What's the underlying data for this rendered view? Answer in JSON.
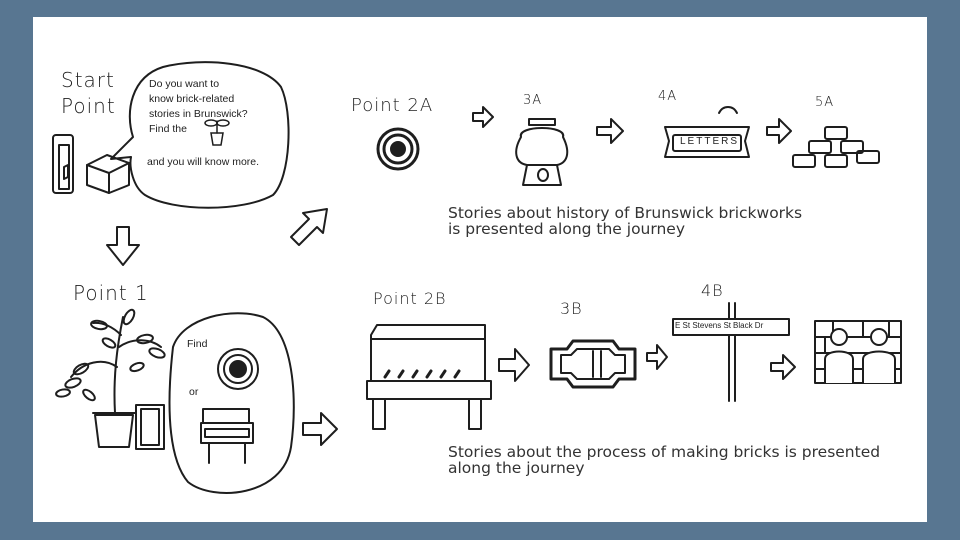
{
  "labels": {
    "start_point": "Start Point",
    "point_1": "Point 1",
    "point_2a": "Point 2A",
    "label_3a": "3A",
    "label_4a": "4A",
    "label_5a": "5A",
    "point_2b": "Point 2B",
    "label_3b": "3B",
    "label_4b": "4B"
  },
  "bubble": {
    "line1": "Do you want to",
    "line2": "know brick-related",
    "line3": "stories in Brunswick?",
    "line4": "Find the",
    "line5": "and you will know more."
  },
  "point1_bubble": {
    "find": "Find",
    "or": "or"
  },
  "sign_4a": "LETTERS",
  "sign_4b_left": "E St Stevens St",
  "sign_4b_right": "Black Dr",
  "captions": {
    "a_line1": "Stories about history of Brunswick brickworks",
    "a_line2": "is presented along the journey",
    "b_line1": "Stories about the process of making bricks is presented",
    "b_line2": "along the journey"
  },
  "colors": {
    "outer_frame": "#587691",
    "slide": "#ffffff",
    "ink": "#1e1e1e"
  }
}
